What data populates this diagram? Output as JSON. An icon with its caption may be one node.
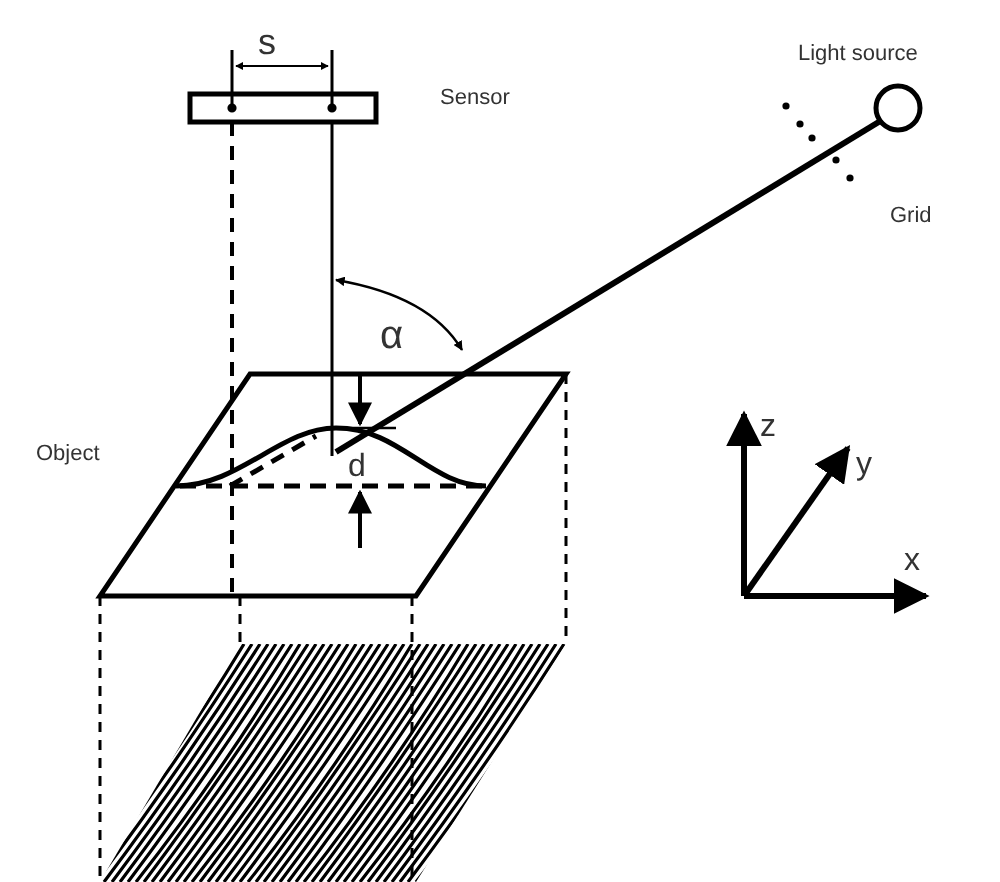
{
  "diagram": {
    "labels": [
      "s",
      "Sensor",
      "Light source",
      "Grid",
      "α",
      "Object",
      "d",
      "z",
      "y",
      "x"
    ]
  }
}
